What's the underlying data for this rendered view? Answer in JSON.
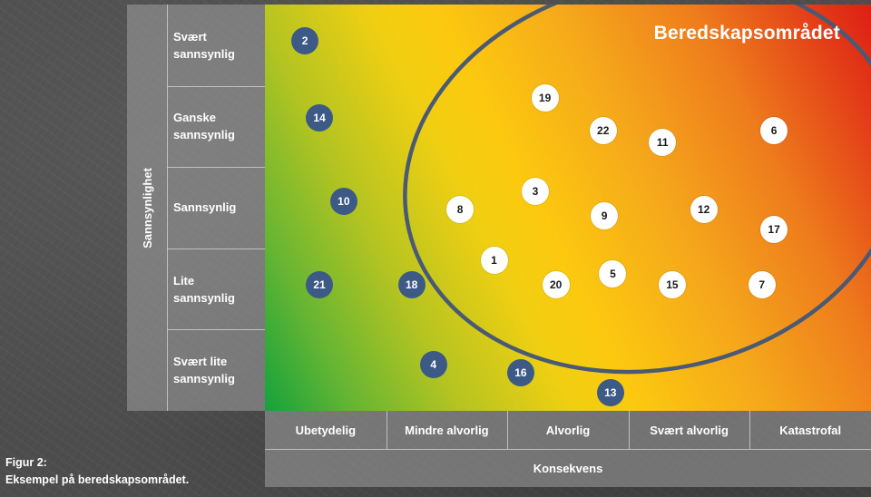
{
  "chart_data": {
    "type": "scatter",
    "y_axis_label": "Sannsynlighet",
    "x_axis_label": "Konsekvens",
    "y_categories": [
      "Svært\nsannsynlig",
      "Ganske\nsannsynlig",
      "Sannsynlig",
      "Lite\nsannsynlig",
      "Svært lite\nsannsynlig"
    ],
    "x_categories": [
      "Ubetydelig",
      "Mindre alvorlig",
      "Alvorlig",
      "Svært alvorlig",
      "Katastrofal"
    ],
    "x_range": [
      0,
      5
    ],
    "y_range": [
      0,
      5
    ],
    "region_label": "Beredskapsområdet",
    "gradient_colors": [
      "#14a23c",
      "#fcc90f",
      "#dc1f14"
    ],
    "region_outline_color": "#4a5a74",
    "points": [
      {
        "id": "2",
        "x": 0.33,
        "y": 4.55,
        "style": "blue"
      },
      {
        "id": "14",
        "x": 0.45,
        "y": 3.6,
        "style": "blue"
      },
      {
        "id": "10",
        "x": 0.65,
        "y": 2.58,
        "style": "blue"
      },
      {
        "id": "21",
        "x": 0.45,
        "y": 1.55,
        "style": "blue"
      },
      {
        "id": "18",
        "x": 1.21,
        "y": 1.55,
        "style": "blue"
      },
      {
        "id": "4",
        "x": 1.39,
        "y": 0.57,
        "style": "blue"
      },
      {
        "id": "16",
        "x": 2.11,
        "y": 0.47,
        "style": "blue"
      },
      {
        "id": "13",
        "x": 2.85,
        "y": 0.22,
        "style": "blue"
      },
      {
        "id": "19",
        "x": 2.31,
        "y": 3.85,
        "style": "white"
      },
      {
        "id": "22",
        "x": 2.79,
        "y": 3.45,
        "style": "white"
      },
      {
        "id": "11",
        "x": 3.28,
        "y": 3.3,
        "style": "white"
      },
      {
        "id": "6",
        "x": 4.2,
        "y": 3.45,
        "style": "white"
      },
      {
        "id": "3",
        "x": 2.23,
        "y": 2.7,
        "style": "white"
      },
      {
        "id": "8",
        "x": 1.61,
        "y": 2.48,
        "style": "white"
      },
      {
        "id": "9",
        "x": 2.8,
        "y": 2.4,
        "style": "white"
      },
      {
        "id": "12",
        "x": 3.62,
        "y": 2.48,
        "style": "white"
      },
      {
        "id": "17",
        "x": 4.2,
        "y": 2.23,
        "style": "white"
      },
      {
        "id": "1",
        "x": 1.89,
        "y": 1.85,
        "style": "white"
      },
      {
        "id": "5",
        "x": 2.87,
        "y": 1.68,
        "style": "white"
      },
      {
        "id": "20",
        "x": 2.4,
        "y": 1.55,
        "style": "white"
      },
      {
        "id": "15",
        "x": 3.36,
        "y": 1.55,
        "style": "white"
      },
      {
        "id": "7",
        "x": 4.1,
        "y": 1.55,
        "style": "white"
      }
    ]
  },
  "caption": "Figur 2:\nEksempel på beredskapsområdet."
}
